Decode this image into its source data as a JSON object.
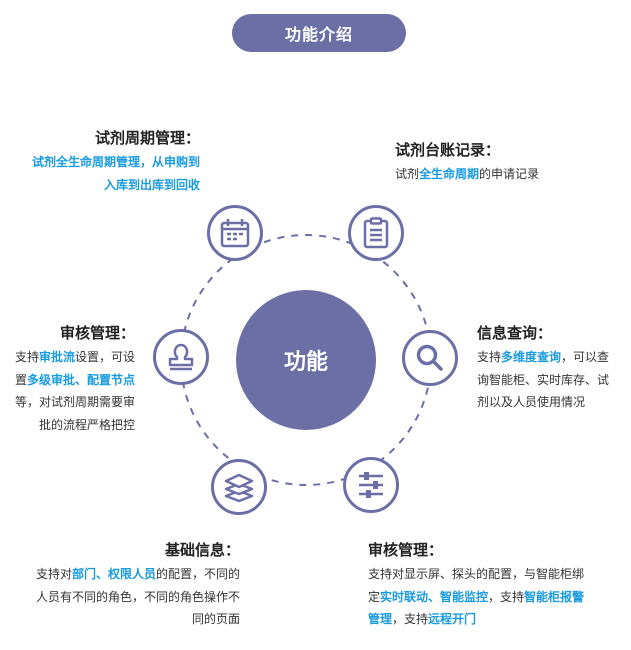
{
  "header": {
    "title": "功能介绍"
  },
  "center": {
    "label": "功能"
  },
  "colors": {
    "accent": "#6b6fa6",
    "highlight": "#1a9be0"
  },
  "features": [
    {
      "id": "lifecycle",
      "icon": "calendar-icon",
      "title": "试剂周期管理：",
      "lines": [
        [
          {
            "t": "试剂全生命周期管理，从申购到",
            "hl": true
          }
        ],
        [
          {
            "t": "入库到出库到回收",
            "hl": true
          }
        ]
      ]
    },
    {
      "id": "ledger",
      "icon": "clipboard-icon",
      "title": "试剂台账记录：",
      "lines": [
        [
          {
            "t": "试剂"
          },
          {
            "t": "全生命周期",
            "hl": true
          },
          {
            "t": "的申请记录"
          }
        ]
      ]
    },
    {
      "id": "query",
      "icon": "search-icon",
      "title": "信息查询：",
      "lines": [
        [
          {
            "t": "支持"
          },
          {
            "t": "多维度查询",
            "hl": true
          },
          {
            "t": "，可以查"
          }
        ],
        [
          {
            "t": "询智能柜、实时库存、试"
          }
        ],
        [
          {
            "t": "剂以及人员使用情况"
          }
        ]
      ]
    },
    {
      "id": "device",
      "icon": "sliders-icon",
      "title": "审核管理：",
      "lines": [
        [
          {
            "t": "支持对显示屏、探头的配置，与智能柜绑"
          }
        ],
        [
          {
            "t": "定"
          },
          {
            "t": "实时联动、智能监控",
            "hl": true
          },
          {
            "t": "，支持"
          },
          {
            "t": "智能柜报警",
            "hl": true
          }
        ],
        [
          {
            "t": "管理",
            "hl": true
          },
          {
            "t": "，支持"
          },
          {
            "t": "远程开门",
            "hl": true
          }
        ]
      ]
    },
    {
      "id": "basic",
      "icon": "layers-icon",
      "title": "基础信息：",
      "lines": [
        [
          {
            "t": "支持对"
          },
          {
            "t": "部门、权限人员",
            "hl": true
          },
          {
            "t": "的配置，不同的"
          }
        ],
        [
          {
            "t": "人员有不同的角色，不同的角色操作不"
          }
        ],
        [
          {
            "t": "同的页面"
          }
        ]
      ]
    },
    {
      "id": "audit",
      "icon": "stamp-icon",
      "title": "审核管理：",
      "lines": [
        [
          {
            "t": "支持"
          },
          {
            "t": "审批流",
            "hl": true
          },
          {
            "t": "设置，可设"
          }
        ],
        [
          {
            "t": "置"
          },
          {
            "t": "多级审批、配置节点",
            "hl": true
          }
        ],
        [
          {
            "t": "等，对试剂周期需要审"
          }
        ],
        [
          {
            "t": "批的流程严格把控"
          }
        ]
      ]
    }
  ]
}
